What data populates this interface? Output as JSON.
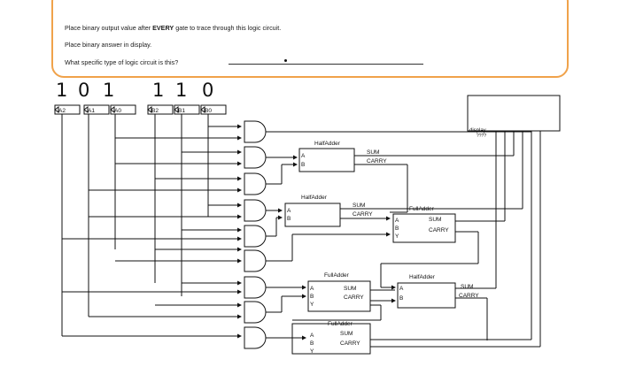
{
  "instructions": {
    "line1_pre": "Place binary output value after ",
    "line1_bold": "EVERY",
    "line1_post": " gate to trace through this logic circuit.",
    "line2": "Place binary answer in display.",
    "line3": "What specific type of logic circuit is this?"
  },
  "handwritten": [
    "1",
    "0",
    "1",
    "1",
    "1",
    "0"
  ],
  "inputs": {
    "a2": "A2",
    "a1": "A1",
    "a0": "A0",
    "b2": "B2",
    "b1": "B1",
    "b0": "B0"
  },
  "display_label": "display",
  "display_sub": "????",
  "blocks": {
    "ha1": {
      "title": "HalfAdder",
      "in_a": "A",
      "in_b": "B",
      "out1": "SUM",
      "out2": "CARRY"
    },
    "ha2": {
      "title": "HalfAdder",
      "in_a": "A",
      "in_b": "B",
      "out1": "SUM",
      "out2": "CARRY"
    },
    "fa1": {
      "title": "FullAdder",
      "in_a": "A",
      "in_b": "B",
      "in_c": "Y",
      "out1": "SUM",
      "out2": "CARRY"
    },
    "fa2": {
      "title": "FullAdder",
      "in_a": "A",
      "in_b": "B",
      "in_c": "Y",
      "out1": "SUM",
      "out2": "CARRY"
    },
    "ha3": {
      "title": "HalfAdder",
      "in_a": "A",
      "in_b": "B",
      "out1": "SUM",
      "out2": "CARRY"
    },
    "fa3": {
      "title": "FullAdder",
      "in_a": "A",
      "in_b": "B",
      "in_c": "Y",
      "out1": "SUM",
      "out2": "CARRY"
    }
  }
}
